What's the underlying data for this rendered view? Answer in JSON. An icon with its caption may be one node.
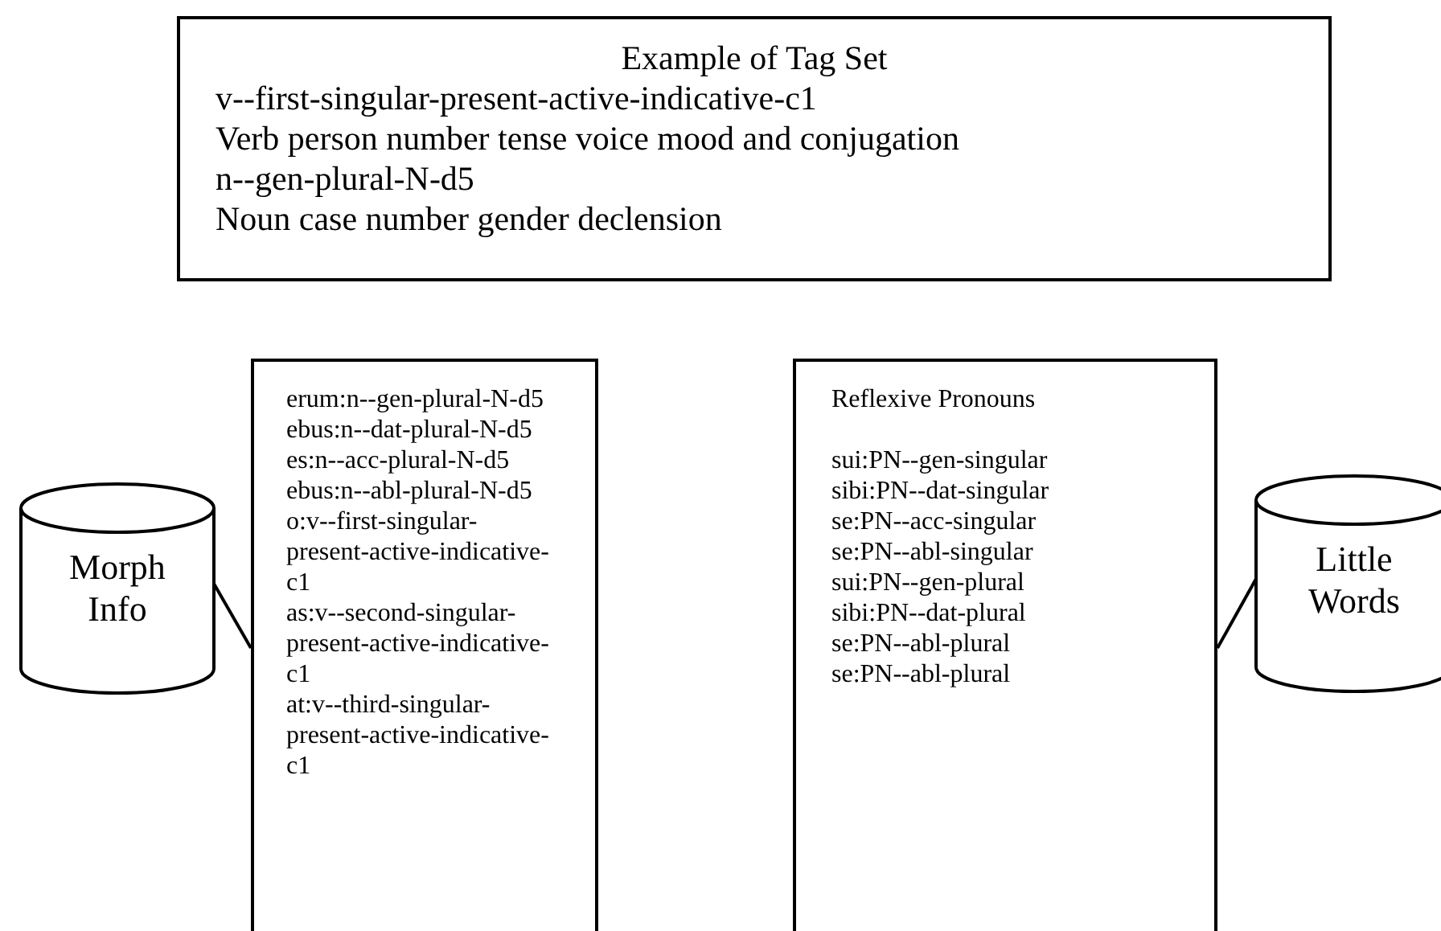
{
  "diagram": {
    "nodes": [
      {
        "text": [
          "Example of Tag Set",
          "v--first-singular-present-active-indicative-c1",
          "Verb person number tense voice mood and conjugation",
          "n--gen-plural-N-d5",
          "Noun case number gender declension"
        ]
      },
      {
        "text": [
          "Morph Info"
        ]
      },
      {
        "text": [
          "erum:n--gen-plural-N-d5",
          "ebus:n--dat-plural-N-d5",
          "es:n--acc-plural-N-d5",
          "ebus:n--abl-plural-N-d5",
          "o:v--first-singular-present-active-indicative-c1",
          "as:v--second-singular-present-active-indicative-c1",
          "at:v--third-singular-present-active-indicative-c1"
        ]
      },
      {
        "text": [
          "Reflexive Pronouns",
          "sui:PN--gen-singular",
          "sibi:PN--dat-singular",
          "se:PN--acc-singular",
          "se:PN--abl-singular",
          "sui:PN--gen-plural",
          "sibi:PN--dat-plural",
          "se:PN--abl-plural",
          "se:PN--abl-plural"
        ]
      },
      {
        "text": [
          "Little Words"
        ]
      }
    ],
    "edges": [
      {
        "from": 1,
        "to": 2,
        "arrow": "none"
      },
      {
        "from": 4,
        "to": 3,
        "arrow": "none"
      }
    ]
  }
}
